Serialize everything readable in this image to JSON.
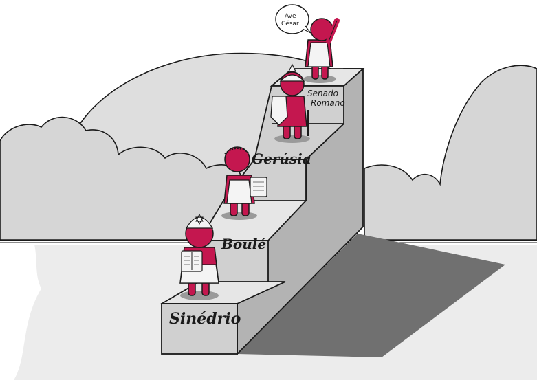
{
  "labels": {
    "step1": "Sinédrio",
    "step2": "Boulé",
    "step3": "Gerúsia",
    "step4_line1": "Senado",
    "step4_line2": "Romano",
    "speech_line1": "Ave",
    "speech_line2": "César!"
  },
  "colors": {
    "figure": "#c4174f",
    "figure_shade": "#9c1040",
    "step_front": "#cfcfcf",
    "step_top": "#e4e4e4",
    "step_side": "#b5b5b5",
    "shadow": "#6f6f6f",
    "cloud": "#d9d9d9",
    "ground": "#e9e9e9",
    "outline": "#1a1a1a"
  }
}
